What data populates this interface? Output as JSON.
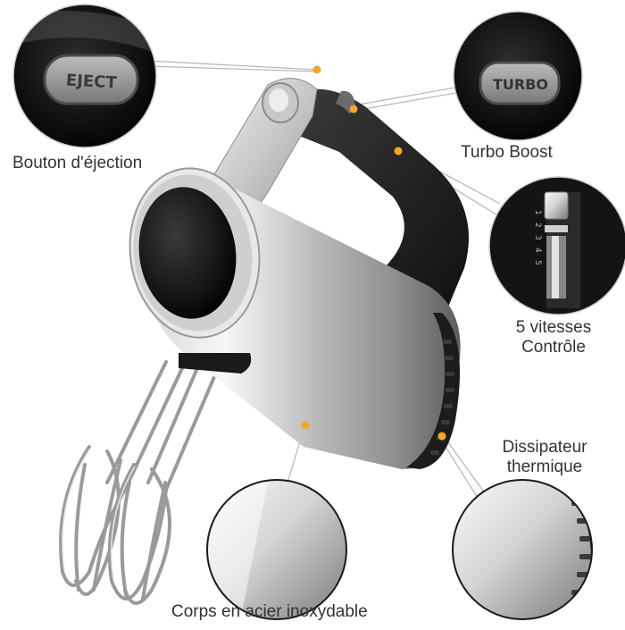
{
  "labels": {
    "eject": "Bouton d'éjection",
    "turbo": "Turbo Boost",
    "speed_line1": "5 vitesses",
    "speed_line2": "Contrôle",
    "heat_line1": "Dissipateur",
    "heat_line2": "thermique",
    "body": "Corps en acier inoxydable"
  },
  "buttons": {
    "eject": "EJECT",
    "turbo": "TURBO"
  },
  "speed_marks": [
    "1",
    "2",
    "3",
    "4",
    "5"
  ],
  "colors": {
    "callout_dot": "#f5a623",
    "label_text": "#333333"
  }
}
